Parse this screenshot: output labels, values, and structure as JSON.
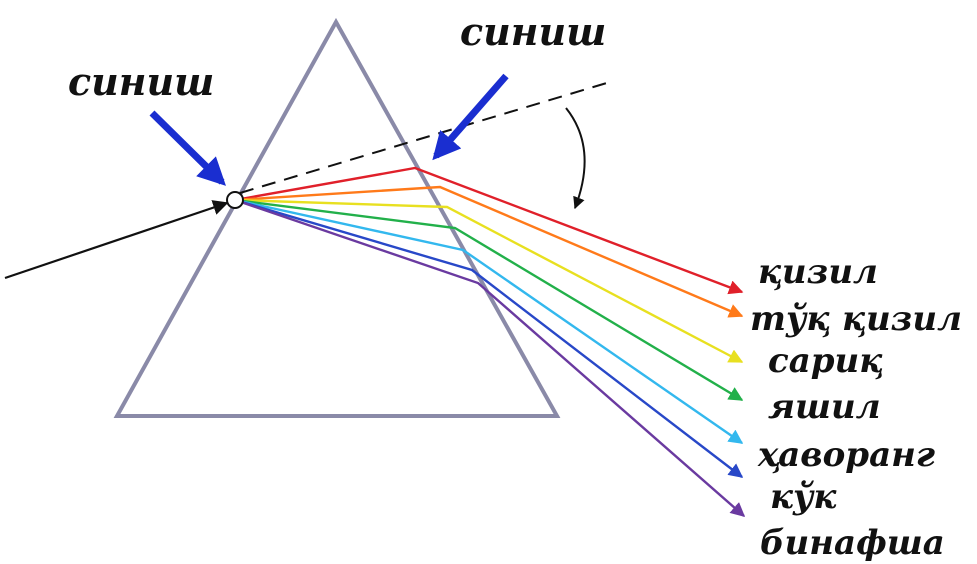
{
  "labels": {
    "entry": "синиш",
    "exit": "синиш"
  },
  "spectrum": [
    {
      "name": "қизил",
      "color": "#e0202a"
    },
    {
      "name": "тўқ қизил",
      "color": "#ff7a1a"
    },
    {
      "name": "сариқ",
      "color": "#e8e020"
    },
    {
      "name": "яшил",
      "color": "#22b04a"
    },
    {
      "name": "ҳаворанг",
      "color": "#33b8ee"
    },
    {
      "name": "кўк",
      "color": "#2848c8"
    },
    {
      "name": "бинафша",
      "color": "#6a3aa0"
    }
  ],
  "colors": {
    "prism": "#8a8aa8",
    "pointer": "#1a2ed0",
    "incident": "#111111"
  }
}
